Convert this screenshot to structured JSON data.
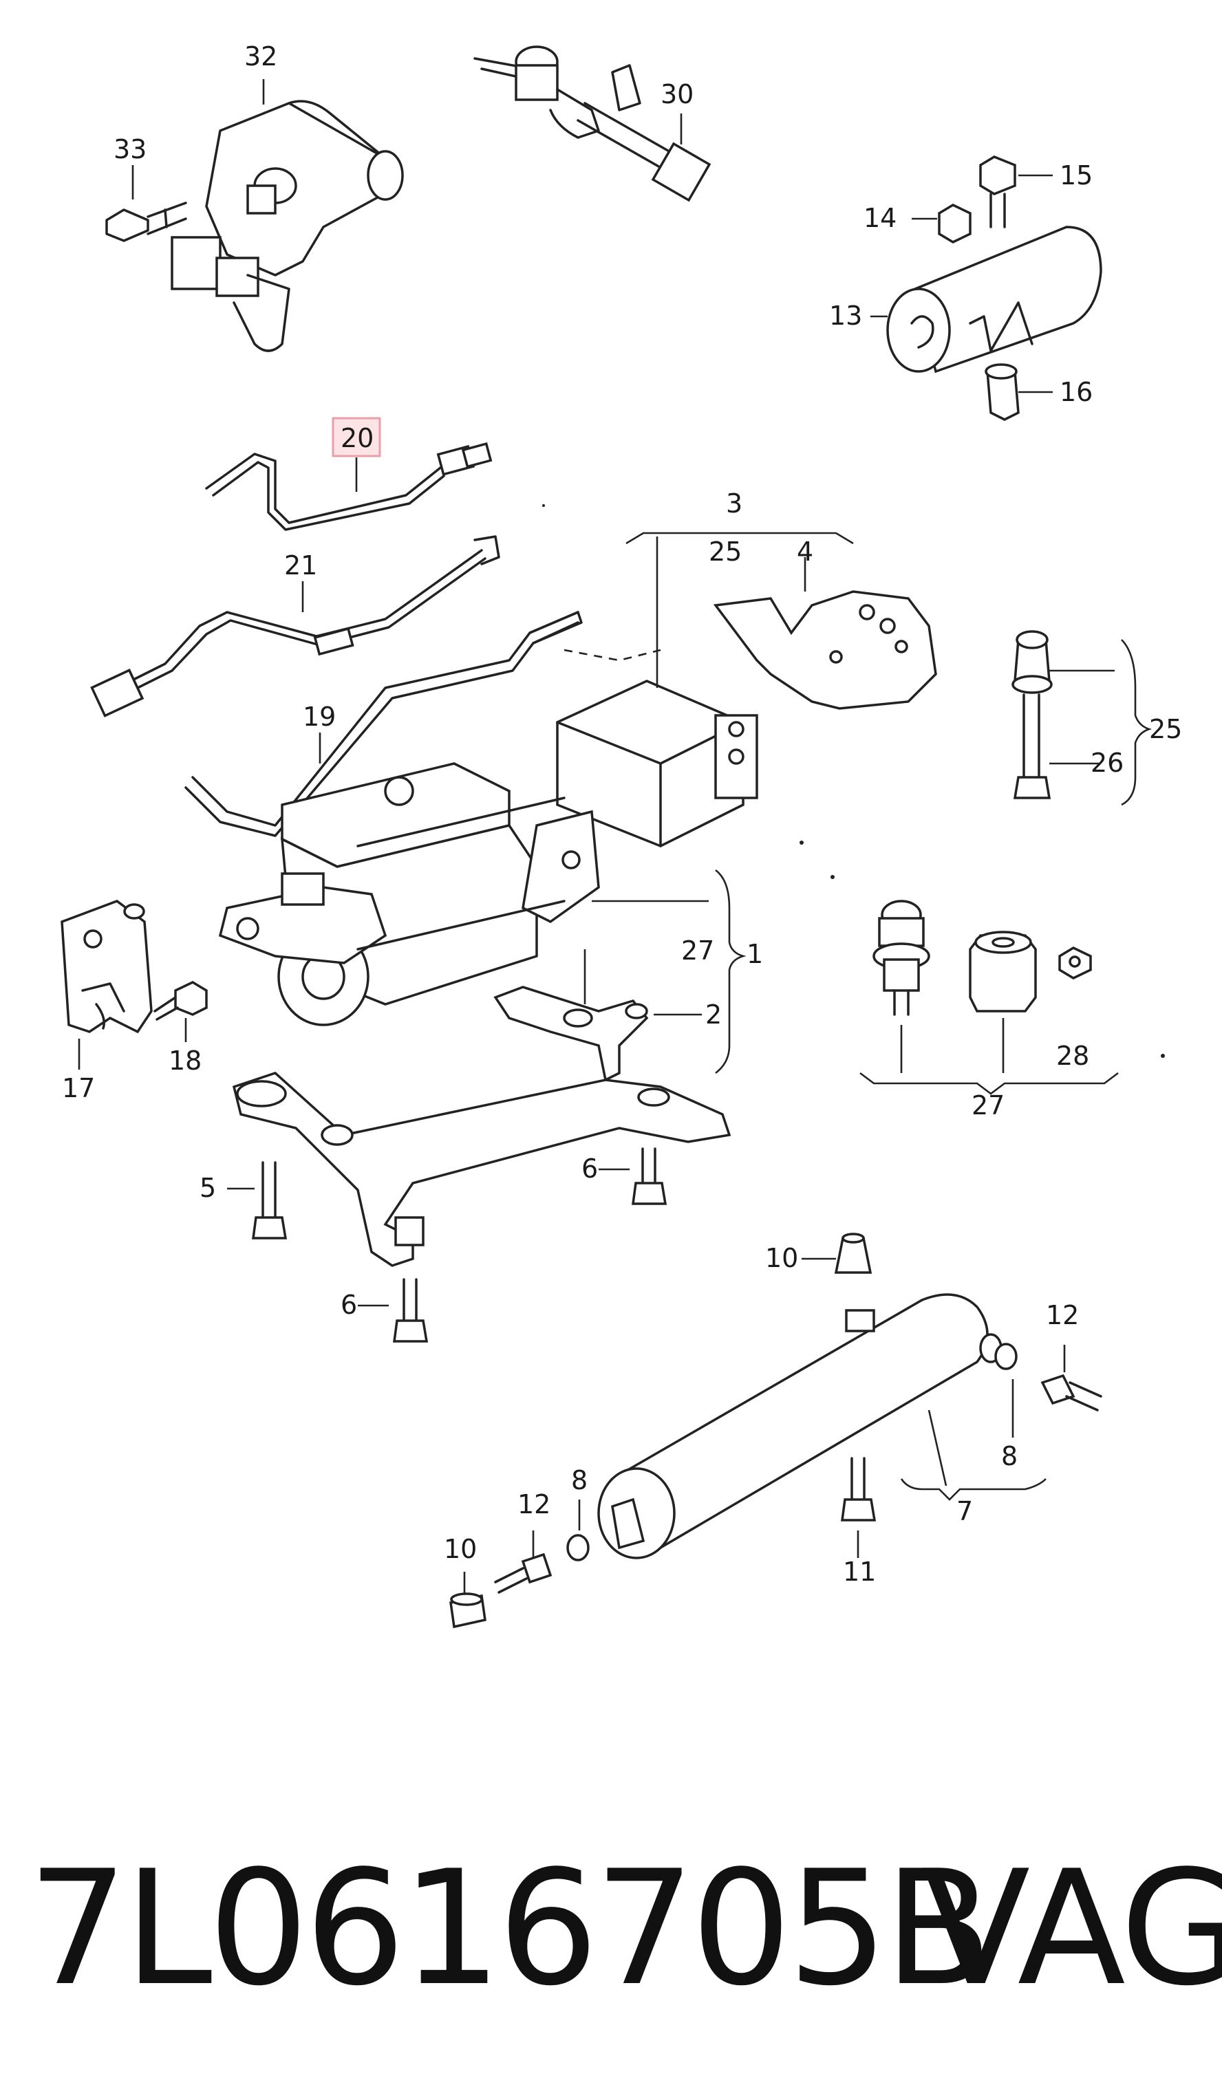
{
  "diagram": {
    "callouts": {
      "c32": "32",
      "c33": "33",
      "c30": "30",
      "c15": "15",
      "c14": "14",
      "c13": "13",
      "c16": "16",
      "c20": "20",
      "c21": "21",
      "c3": "3",
      "c25a": "25",
      "c4": "4",
      "c19": "19",
      "c25b": "25",
      "c26": "26",
      "c27a": "27",
      "c1": "1",
      "c2": "2",
      "c17": "17",
      "c18": "18",
      "c28": "28",
      "c27b": "27",
      "c5": "5",
      "c6a": "6",
      "c6b": "6",
      "c10a": "10",
      "c12a": "12",
      "c8a": "8",
      "c7": "7",
      "c11": "11",
      "c12b": "12",
      "c8b": "8",
      "c10b": "10"
    },
    "highlight_color": "#e8a0a8"
  },
  "footer": {
    "part_number": "7L0616705B",
    "brand": "VAG"
  }
}
